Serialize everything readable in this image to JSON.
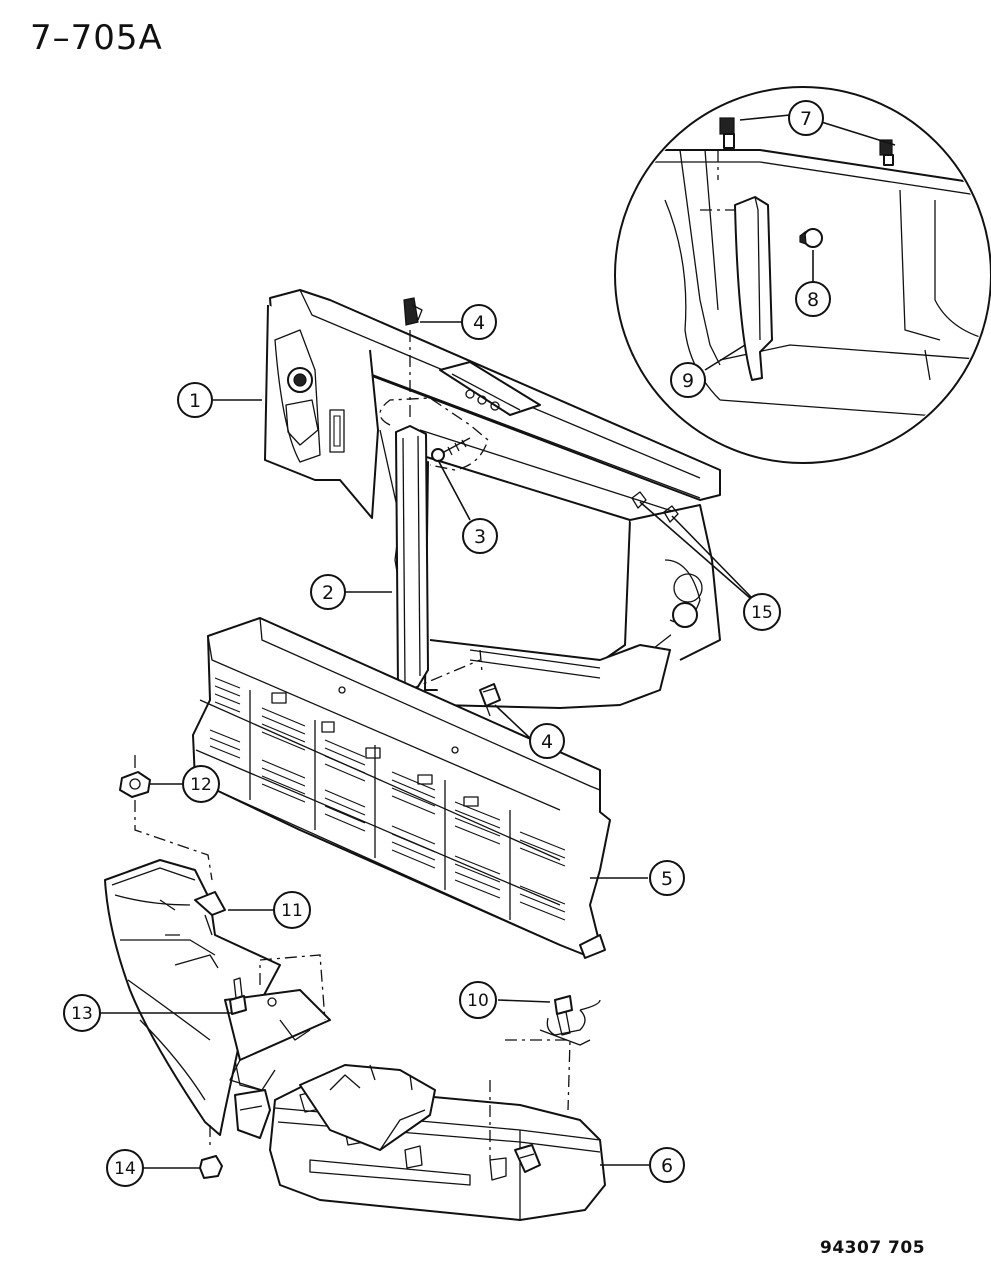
{
  "diagram_title": "7–705A",
  "figure_code": "94307  705",
  "callouts": [
    {
      "label": "1"
    },
    {
      "label": "2"
    },
    {
      "label": "3"
    },
    {
      "label": "4"
    },
    {
      "label": "4"
    },
    {
      "label": "5"
    },
    {
      "label": "6"
    },
    {
      "label": "7"
    },
    {
      "label": "8"
    },
    {
      "label": "9"
    },
    {
      "label": "10"
    },
    {
      "label": "11"
    },
    {
      "label": "12"
    },
    {
      "label": "13"
    },
    {
      "label": "14"
    },
    {
      "label": "15"
    }
  ]
}
